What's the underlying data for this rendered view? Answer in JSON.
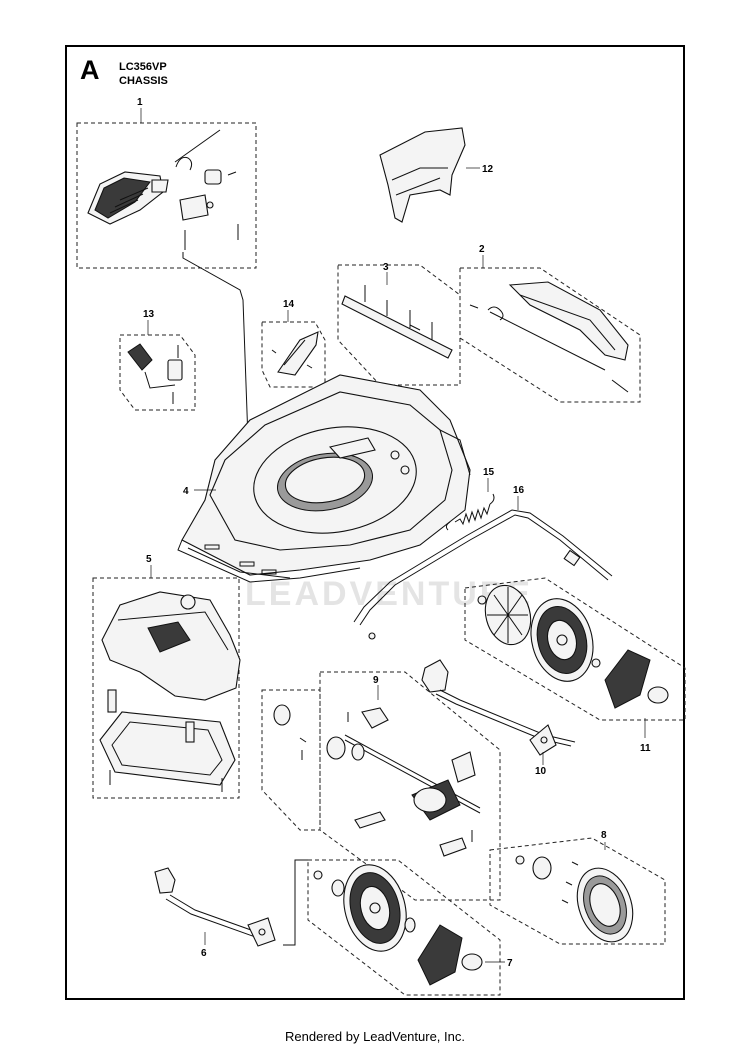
{
  "header": {
    "section_letter": "A",
    "model": "LC356VP",
    "title": "CHASSIS"
  },
  "callouts": [
    {
      "id": "1",
      "label": "1"
    },
    {
      "id": "2",
      "label": "2"
    },
    {
      "id": "3",
      "label": "3"
    },
    {
      "id": "4",
      "label": "4"
    },
    {
      "id": "5",
      "label": "5"
    },
    {
      "id": "6",
      "label": "6"
    },
    {
      "id": "7",
      "label": "7"
    },
    {
      "id": "8",
      "label": "8"
    },
    {
      "id": "9",
      "label": "9"
    },
    {
      "id": "10",
      "label": "10"
    },
    {
      "id": "11",
      "label": "11"
    },
    {
      "id": "12",
      "label": "12"
    },
    {
      "id": "13",
      "label": "13"
    },
    {
      "id": "14",
      "label": "14"
    },
    {
      "id": "15",
      "label": "15"
    },
    {
      "id": "16",
      "label": "16"
    }
  ],
  "watermark": "LEADVENTURE",
  "footer": "Rendered by LeadVenture, Inc."
}
